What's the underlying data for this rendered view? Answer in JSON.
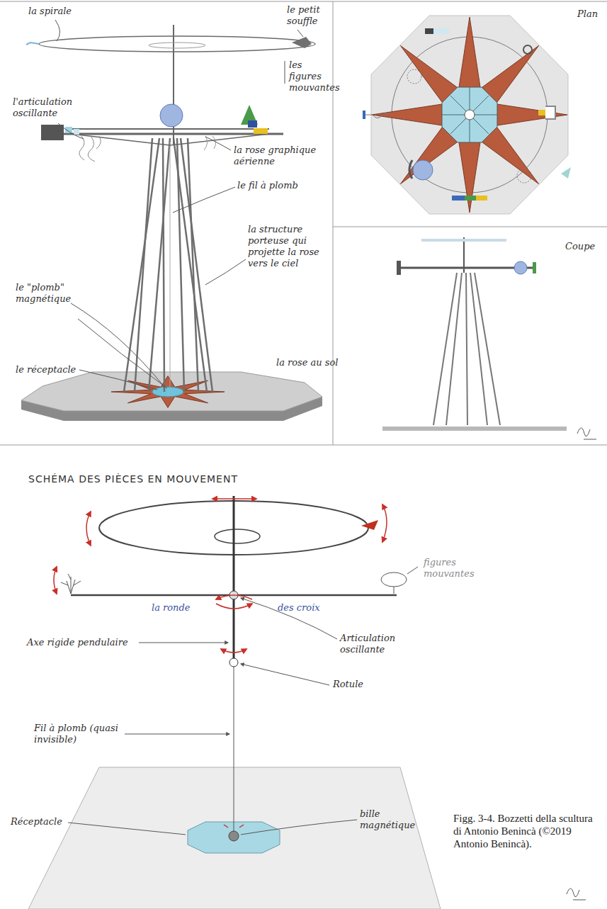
{
  "diagram": {
    "caption": "Figg. 3-4. Bozzetti della scultura di Antonio Benincà (©2019 Antonio Benincà).",
    "labels": [
      "la spirale",
      "le petit souffle",
      "les figures mouvantes",
      "l'articulation oscillante",
      "la rose graphique aérienne",
      "le fil à plomb",
      "la structure porteuse qui projette la rose vers le ciel",
      "le \"plomb\" magnétique",
      "le réceptacle",
      "la rose au sol",
      "Plan",
      "Coupe",
      "SCHÉMA DES PIÈCES EN MOUVEMENT",
      "figures mouvantes",
      "la ronde",
      "des croix",
      "Axe rigide pendulaire",
      "Articulation oscillante",
      "Rotule",
      "Fil à plomb (quasi invisible)",
      "Réceptacle",
      "bille magnétique"
    ]
  }
}
